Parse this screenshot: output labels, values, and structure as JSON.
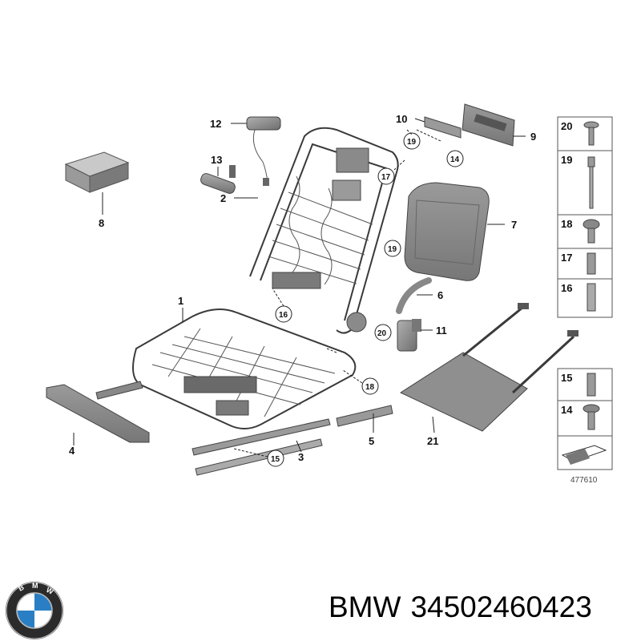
{
  "callouts": {
    "c1": "1",
    "c2": "2",
    "c3": "3",
    "c4": "4",
    "c5": "5",
    "c6": "6",
    "c7": "7",
    "c8": "8",
    "c9": "9",
    "c10": "10",
    "c11": "11",
    "c12": "12",
    "c13": "13",
    "c14": "14",
    "c15": "15",
    "c16": "16",
    "c17": "17",
    "c18": "18",
    "c19": "19",
    "c20": "20",
    "c21": "21"
  },
  "fastener_table": [
    "20",
    "19",
    "18",
    "17",
    "16"
  ],
  "fastener_table_small": [
    "15",
    "14"
  ],
  "reference_number": "477610",
  "caption": {
    "brand": "BMW",
    "part_number": "34502460423"
  },
  "colors": {
    "part_fill": "#8a8a8a",
    "part_dark": "#5a5a5a",
    "frame": "#3a3a3a",
    "logo_blue": "#2a7fc4"
  },
  "icons": [
    "bmw-logo-icon",
    "arrow-icon"
  ]
}
